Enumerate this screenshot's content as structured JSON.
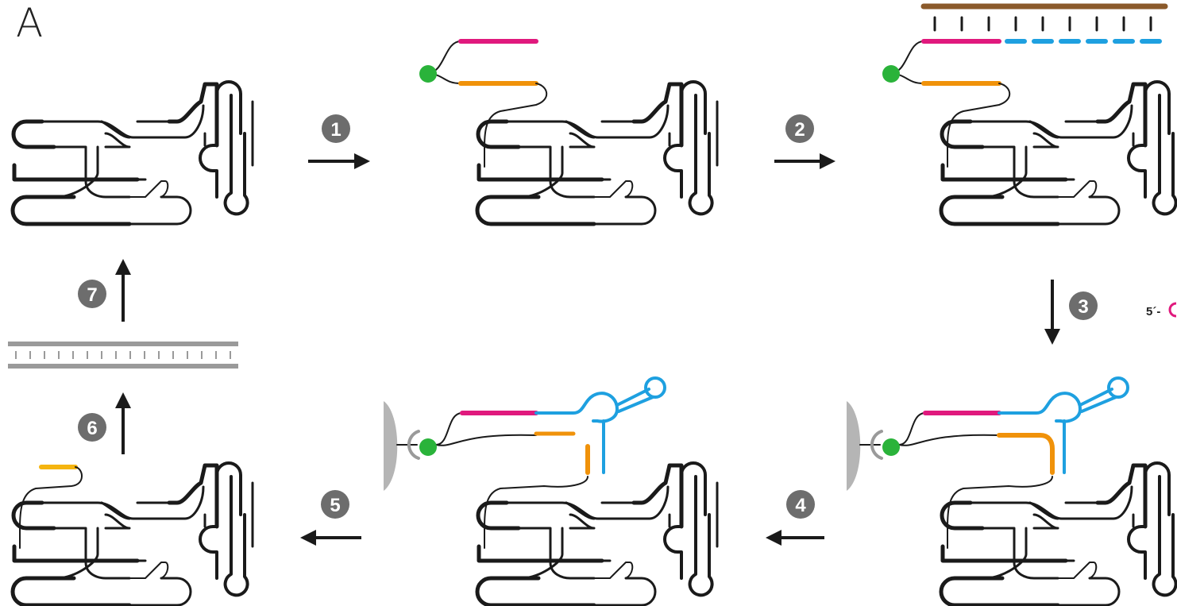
{
  "figure": {
    "panel_label": "A",
    "side_label": "5´-"
  },
  "steps": [
    {
      "label": "1"
    },
    {
      "label": "2"
    },
    {
      "label": "3"
    },
    {
      "label": "4"
    },
    {
      "label": "5"
    },
    {
      "label": "6"
    },
    {
      "label": "7"
    }
  ],
  "colors": {
    "structure": "#1a1a1a",
    "magenta": "#e0197d",
    "orange": "#f0920a",
    "orange_short": "#f5b40f",
    "blue": "#1ea0e0",
    "green": "#2ab33a",
    "brown": "#8b5a2b",
    "badge": "#6d6d6d",
    "gray": "#9a9a9a",
    "surface": "#b5b5b5"
  }
}
